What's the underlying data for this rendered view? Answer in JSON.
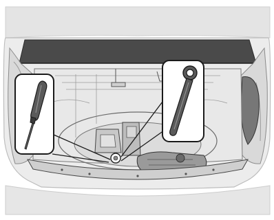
{
  "figure": {
    "subject": "vehicle-trunk-tool-stowage",
    "callouts": [
      {
        "id": "screwdriver",
        "icon": "screwdriver-icon"
      },
      {
        "id": "towing-eye",
        "icon": "towing-eye-icon"
      }
    ],
    "colors": {
      "background": "#ffffff",
      "line": "#2a2a2a",
      "light_fill": "#e9e9e9",
      "mid_fill": "#cfcfcf",
      "dark_fill": "#4a4a4a",
      "tool_fill": "#5a5a5a"
    }
  }
}
